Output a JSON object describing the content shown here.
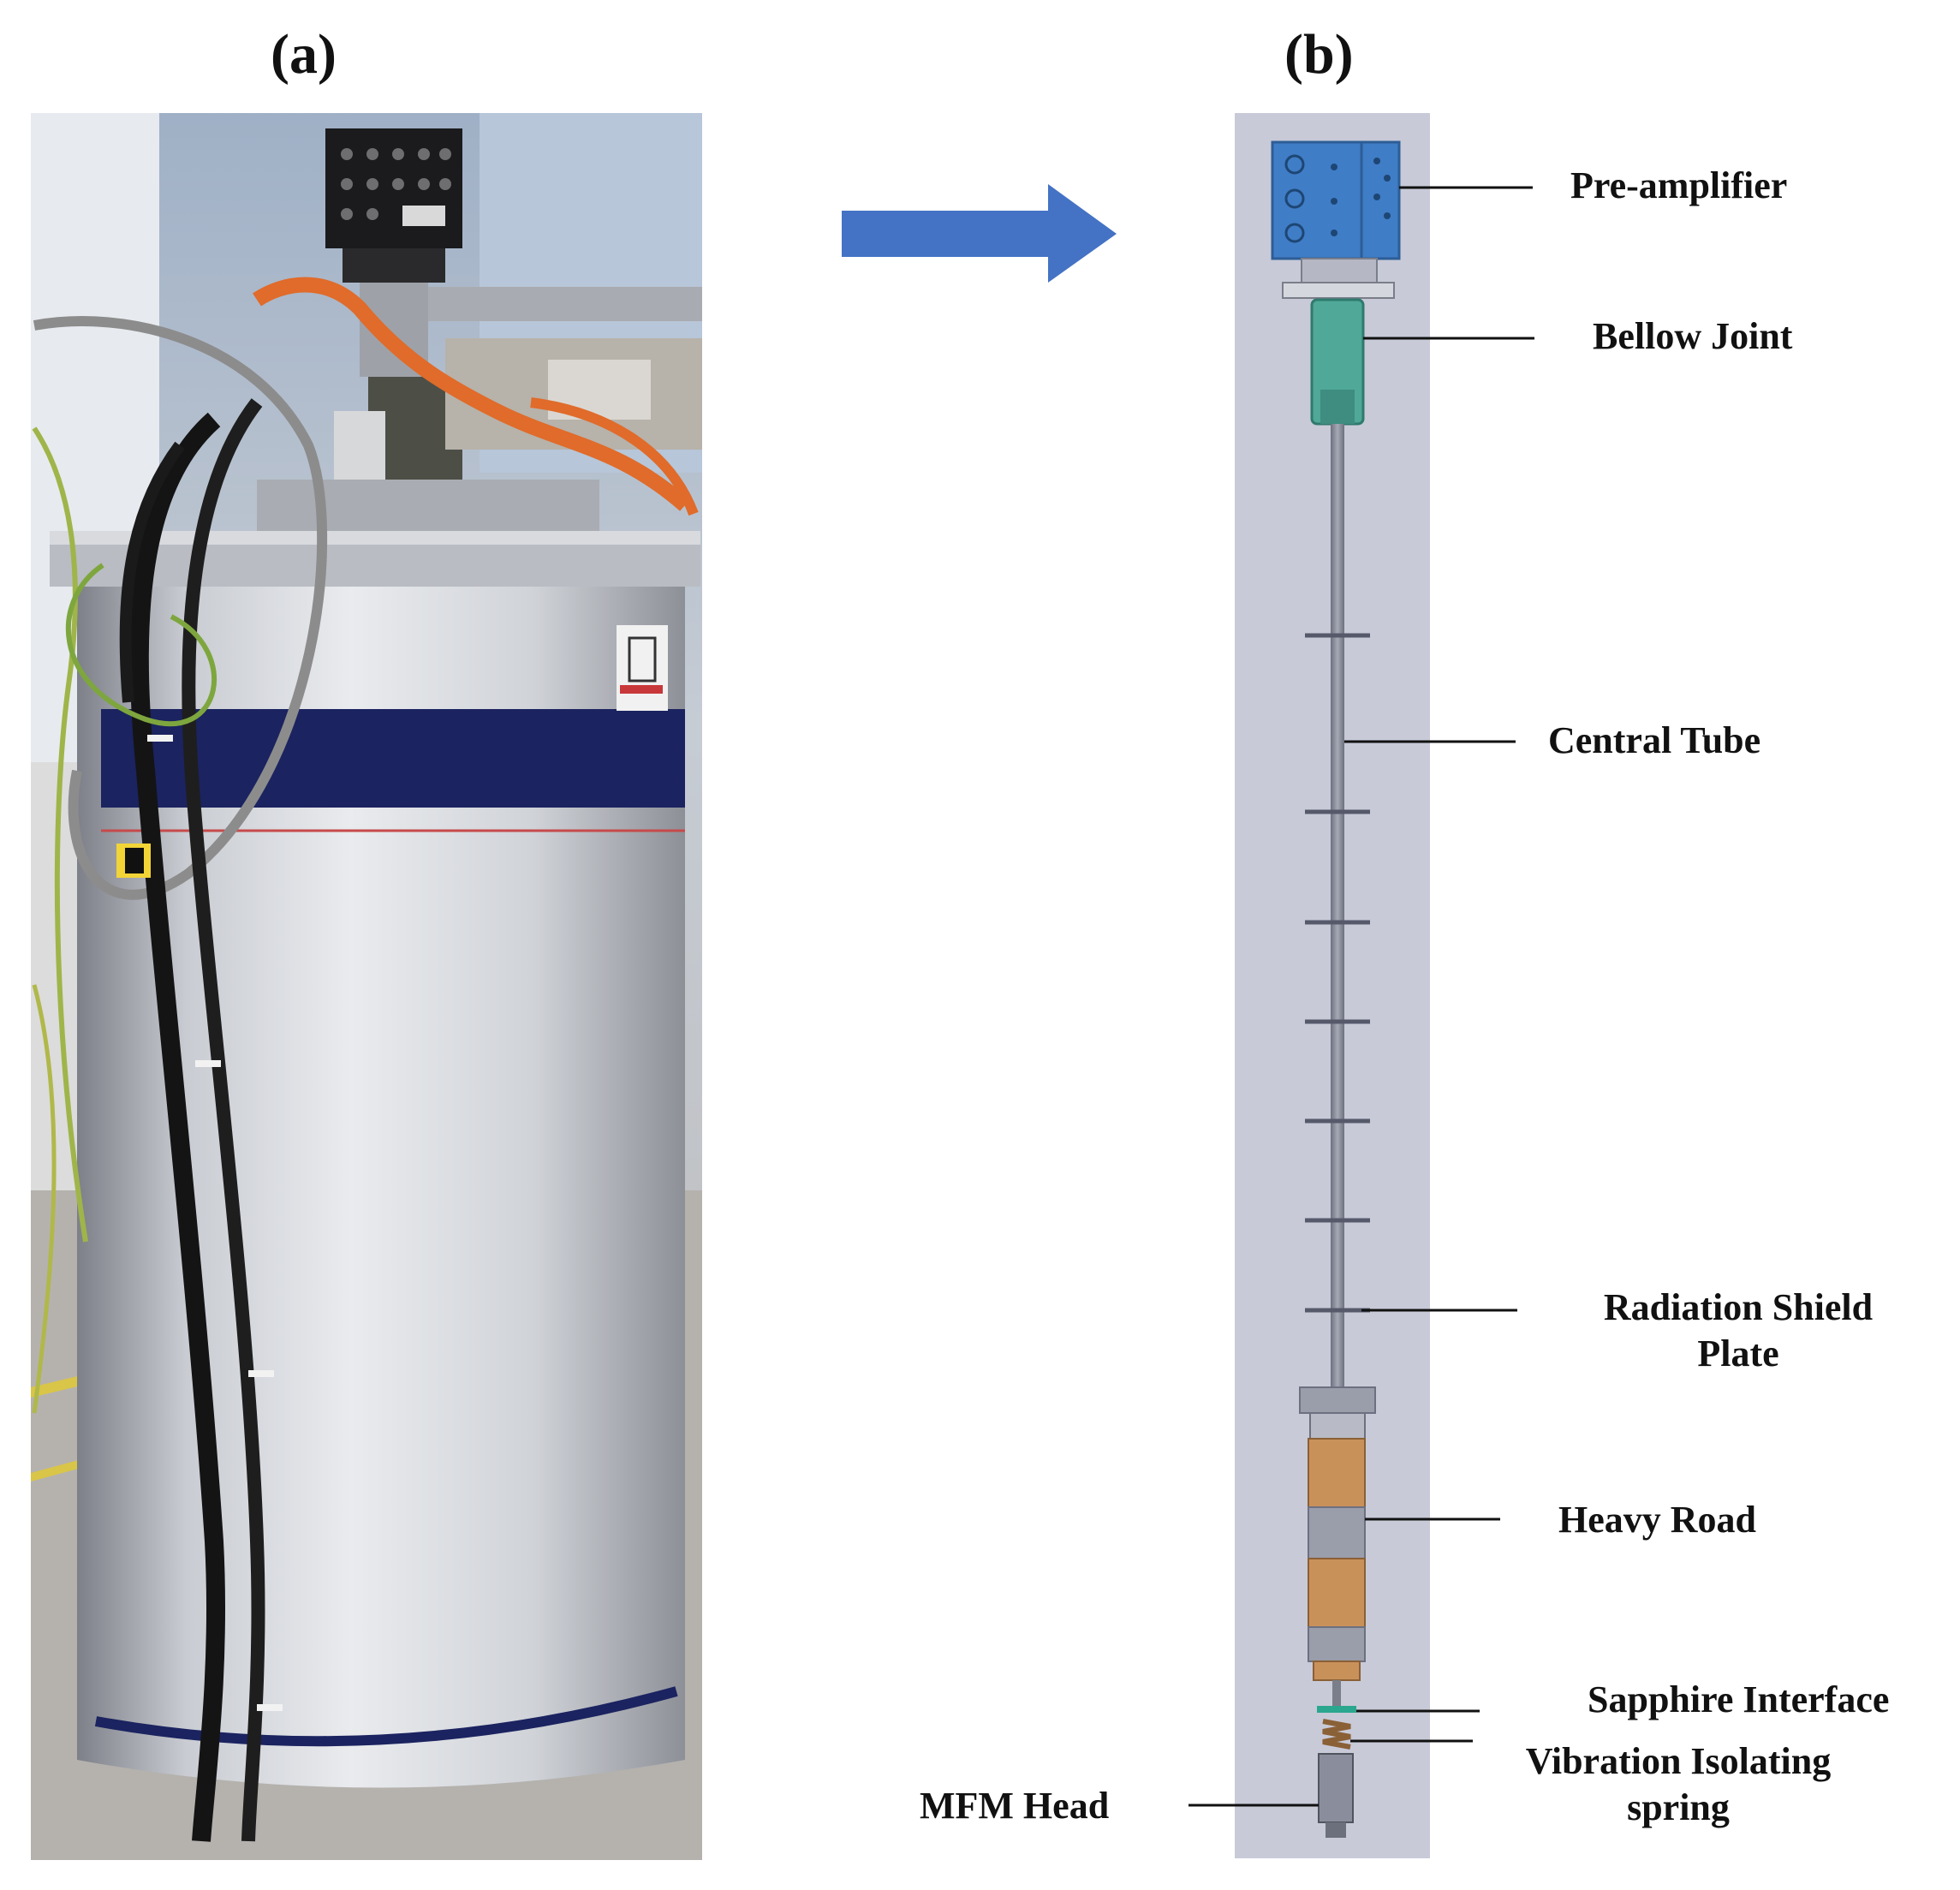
{
  "panels": {
    "a": {
      "label": "(a)"
    },
    "b": {
      "label": "(b)"
    }
  },
  "colors": {
    "arrow": "#4472C4",
    "diagram_background": "#C8CAD8",
    "pre_amplifier": "#3F7DC6",
    "bellow_joint": "#4FA898",
    "tube": "#8A8E9C",
    "heavy_rod_copper": "#C9915A",
    "heavy_rod_grey": "#9A9DAA"
  },
  "callouts": {
    "pre_amplifier": "Pre-amplifier",
    "bellow_joint": "Bellow Joint",
    "central_tube": "Central Tube",
    "radiation_shield_line1": "Radiation Shield",
    "radiation_shield_line2": "Plate",
    "heavy_road": "Heavy Road",
    "sapphire_interface": "Sapphire Interface",
    "vibration_line1": "Vibration Isolating",
    "vibration_line2": "spring",
    "mfm_head": "MFM Head"
  }
}
